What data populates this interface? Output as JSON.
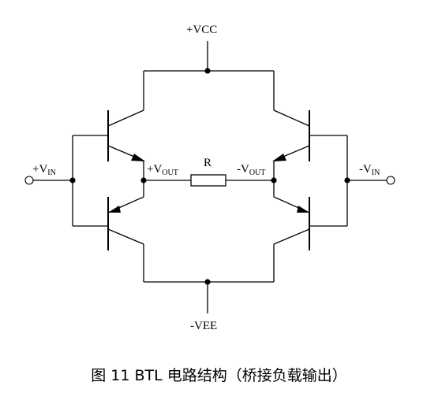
{
  "labels": {
    "vcc": "+VCC",
    "vee": "-VEE",
    "resistor": "R",
    "vin_pos_main": "+V",
    "vin_pos_sub": "IN",
    "vout_pos_main": "+V",
    "vout_pos_sub": "OUT",
    "vout_neg_main": "-V",
    "vout_neg_sub": "OUT",
    "vin_neg_main": "-V",
    "vin_neg_sub": "IN"
  },
  "caption": "图 11 BTL 电路结构（桥接负载输出）"
}
